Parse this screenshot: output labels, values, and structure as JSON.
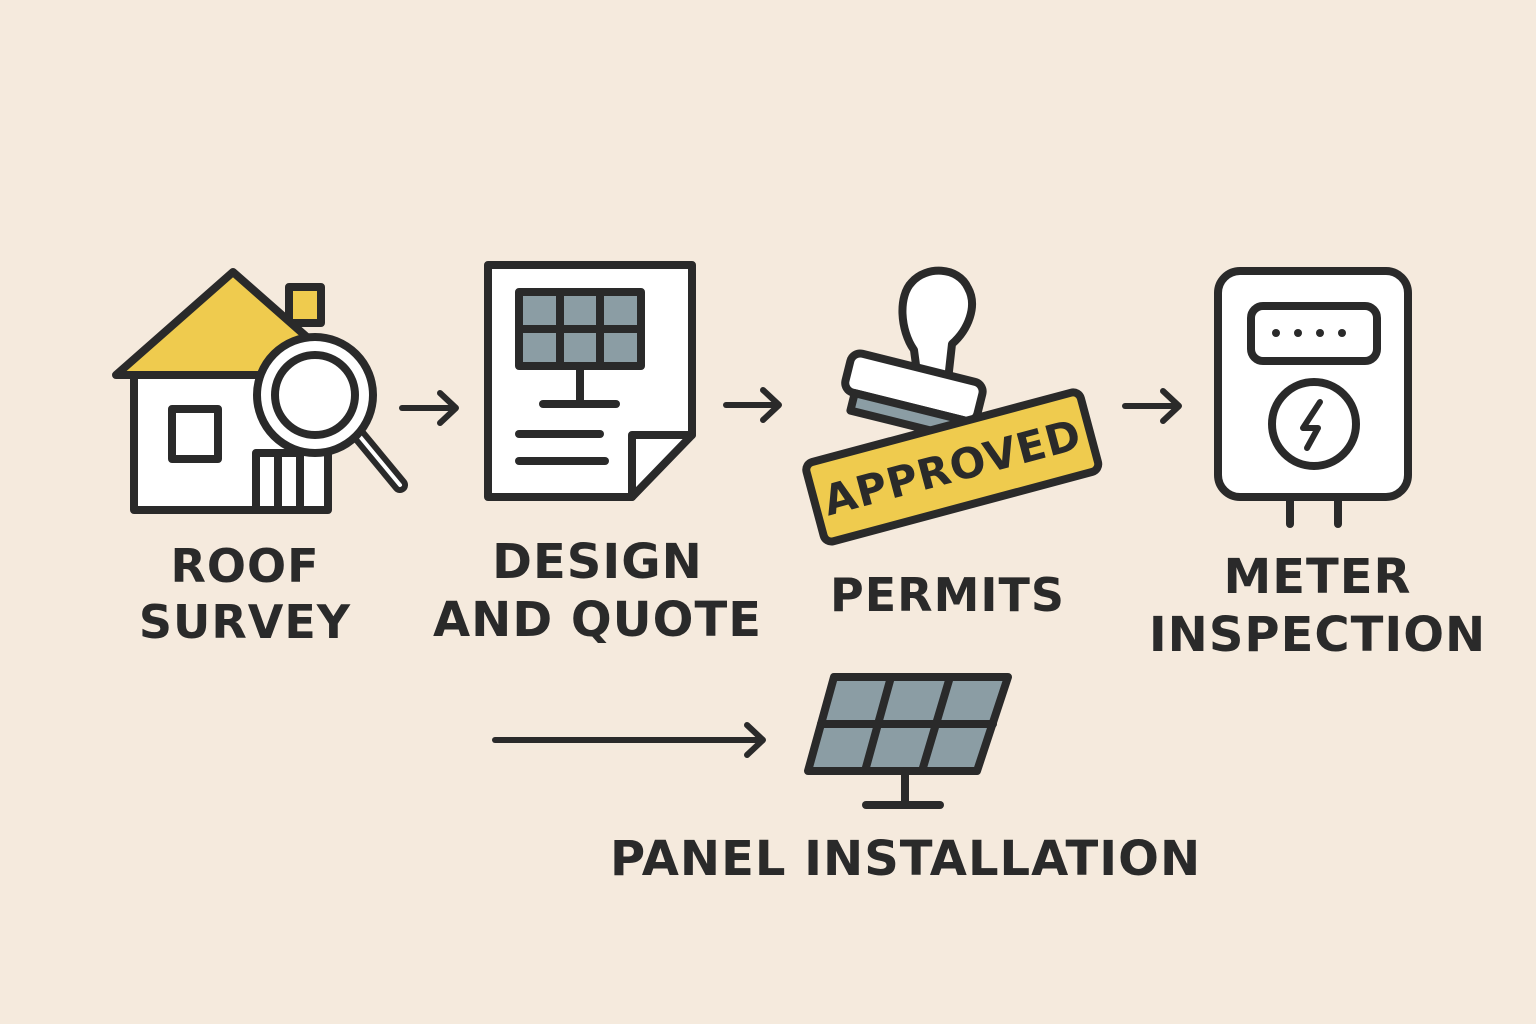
{
  "colors": {
    "background": "#f5eadd",
    "stroke": "#2a2a2a",
    "accent_yellow": "#efcb4e",
    "panel_gray": "#8b9da4",
    "white": "#ffffff"
  },
  "steps": [
    {
      "id": "roof-survey",
      "icon": "house-magnifier-icon",
      "lines": [
        "ROOF",
        "SURVEY"
      ]
    },
    {
      "id": "design-and-quote",
      "icon": "document-solar-plan-icon",
      "lines": [
        "DESIGN",
        "AND QUOTE"
      ]
    },
    {
      "id": "permits",
      "icon": "approval-stamp-icon",
      "lines": [
        "PERMITS"
      ],
      "stamp_text": "APPROVED"
    },
    {
      "id": "meter-inspection",
      "icon": "electric-meter-icon",
      "lines": [
        "METER",
        "INSPECTION"
      ]
    },
    {
      "id": "panel-installation",
      "icon": "solar-panel-icon",
      "lines": [
        "PANEL INSTALLATION"
      ]
    }
  ]
}
